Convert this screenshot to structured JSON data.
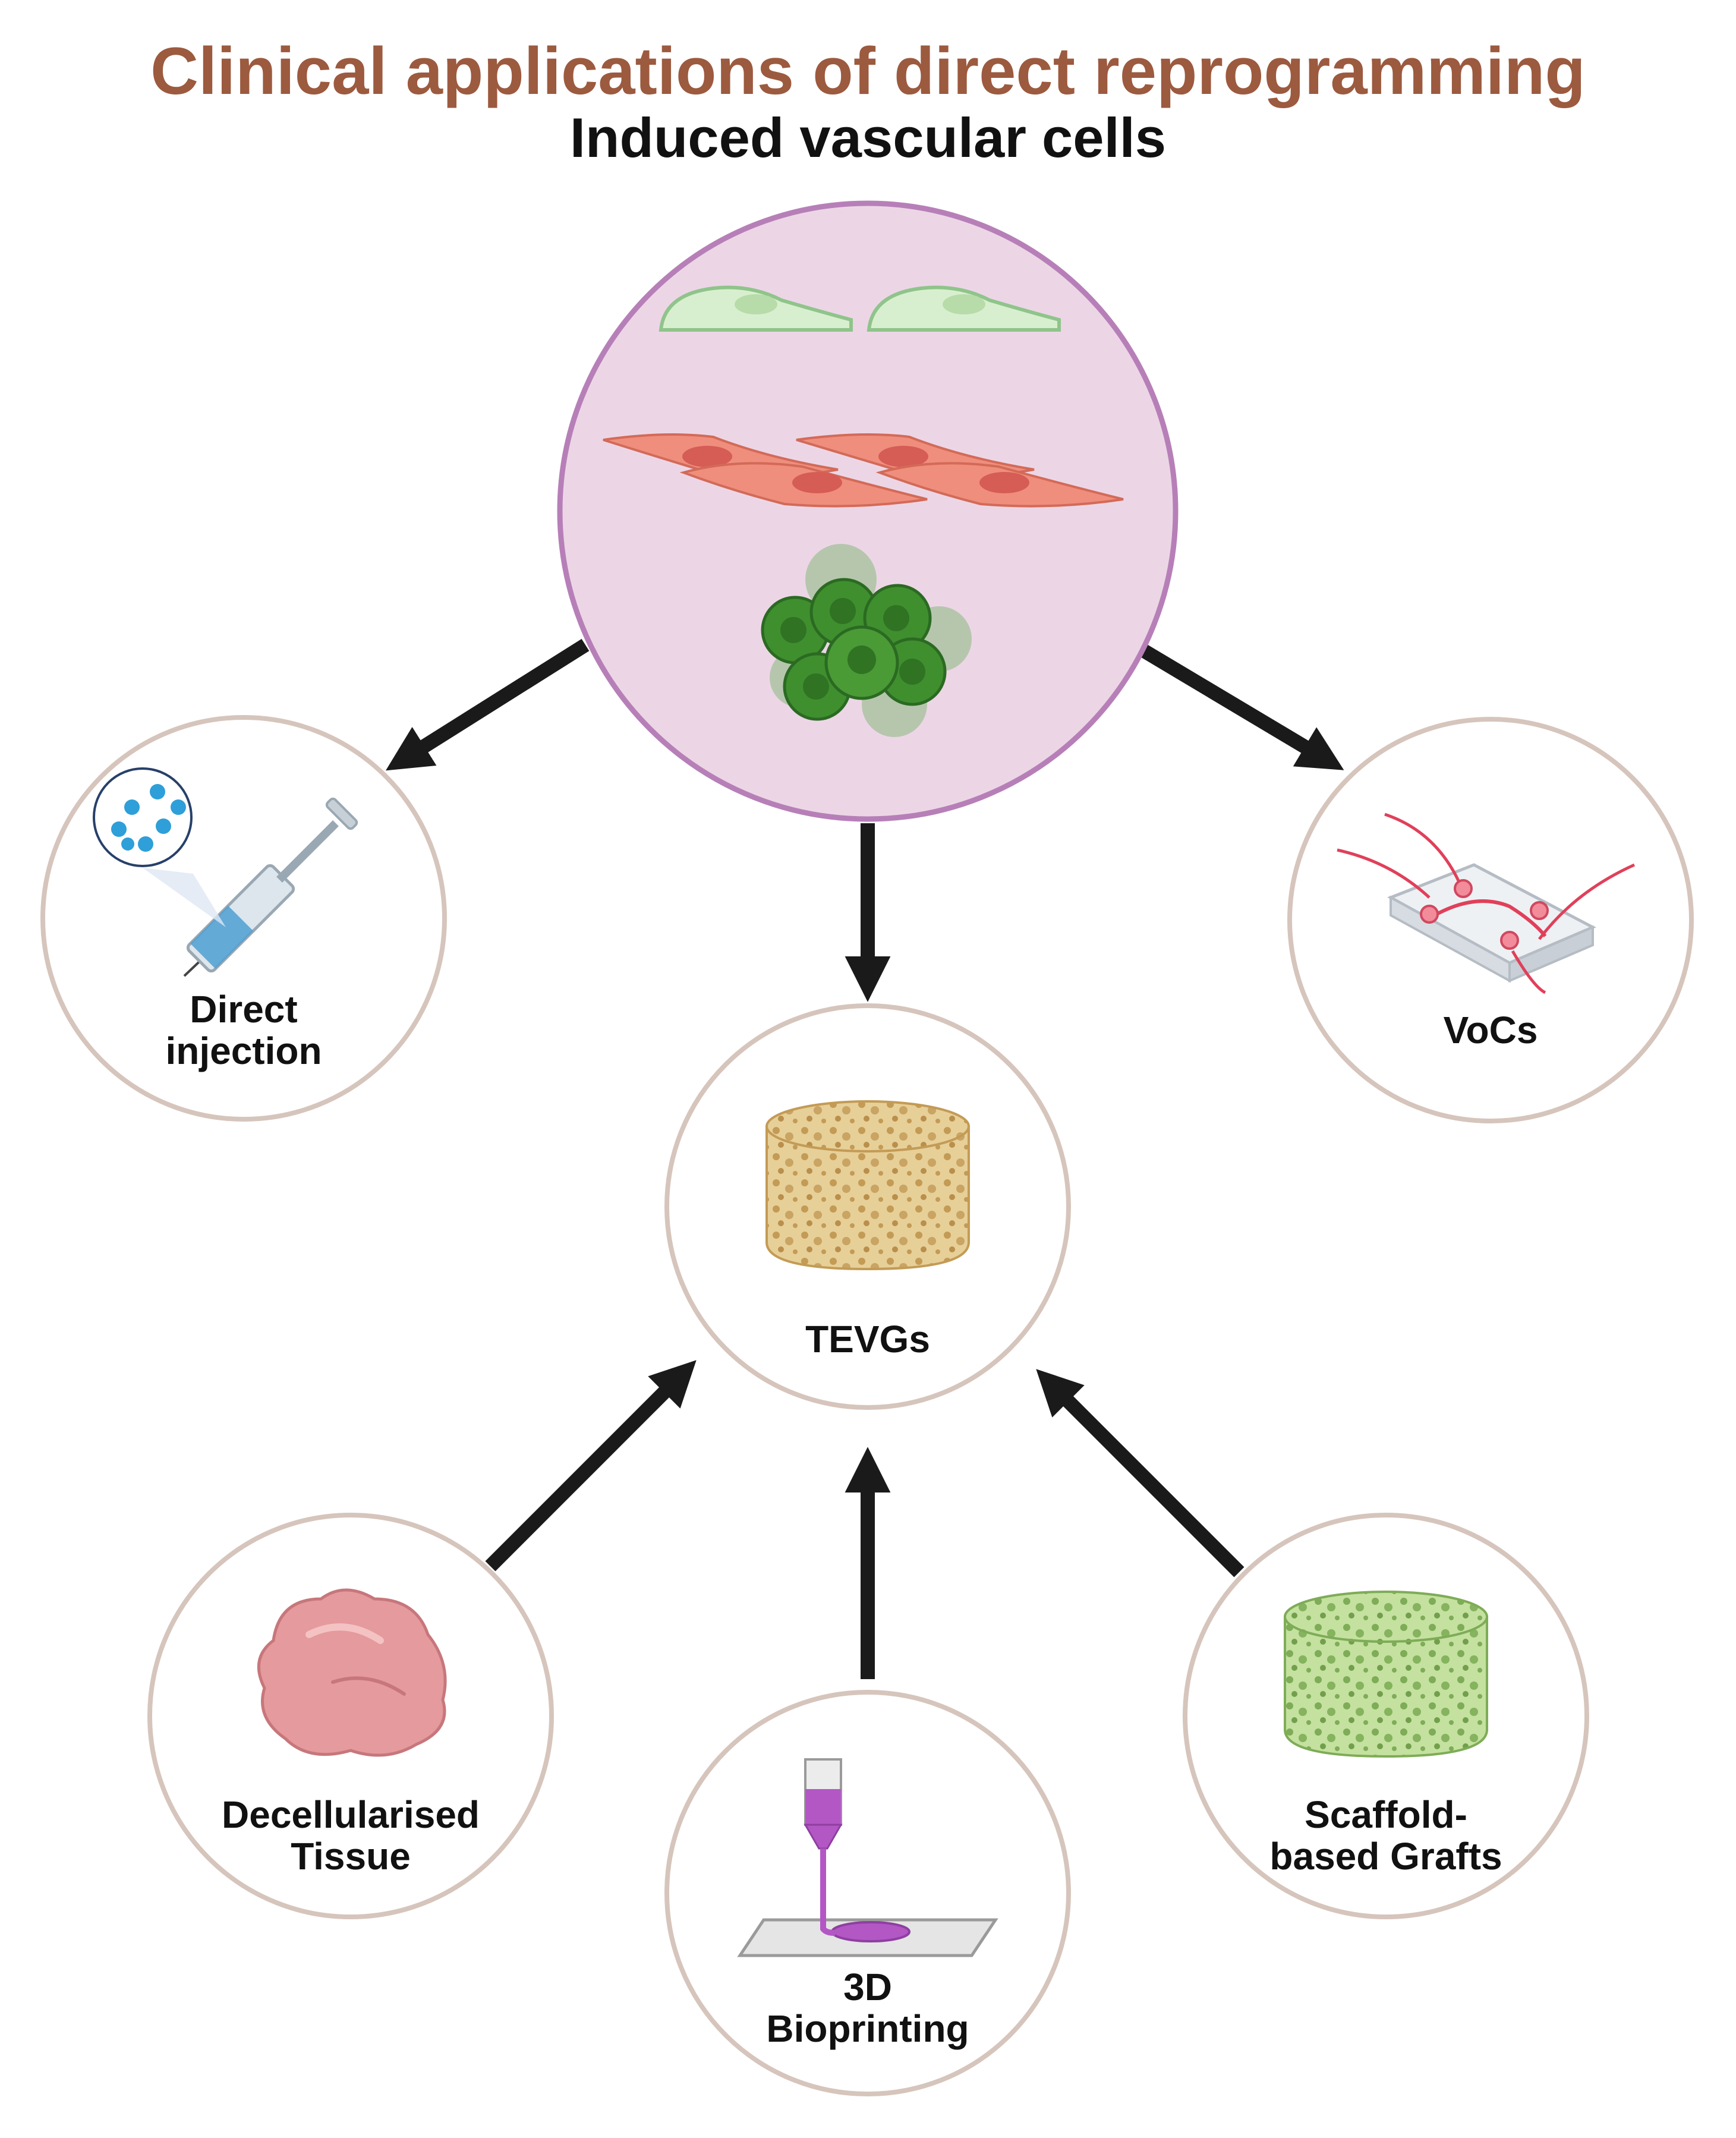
{
  "header": {
    "title": "Clinical applications of direct reprogramming",
    "subtitle": "Induced vascular cells"
  },
  "nodes": {
    "direct_injection": [
      "Direct",
      "injection"
    ],
    "vocs": [
      "VoCs"
    ],
    "tevgs": [
      "TEVGs"
    ],
    "decellularised": [
      "Decellularised",
      "Tissue"
    ],
    "bioprinting": [
      "3D",
      "Bioprinting"
    ],
    "scaffold": [
      "Scaffold-",
      "based Grafts"
    ]
  },
  "colors": {
    "title": "#9c5a3f",
    "center_fill": "#ecd6e6",
    "center_border": "#b77fb8",
    "node_border": "#d6c5bc",
    "arrow": "#1a1a1a"
  }
}
